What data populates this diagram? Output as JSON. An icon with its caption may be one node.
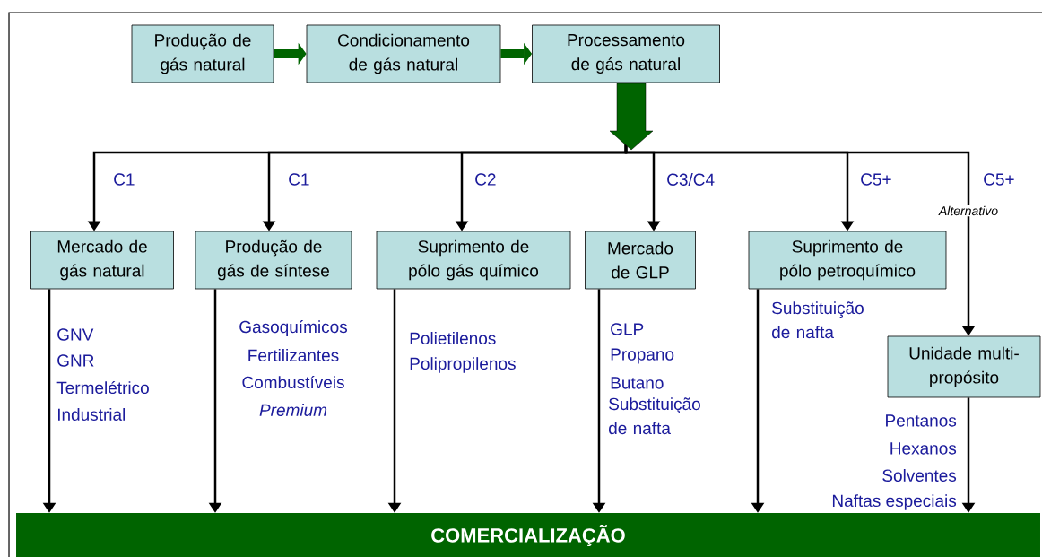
{
  "diagram": {
    "nodes": [
      {
        "text": [
          "Produção de gás natural"
        ]
      },
      {
        "text": [
          "Condicionamento de gás natural"
        ]
      },
      {
        "text": [
          "Processamento de gás natural"
        ]
      },
      {
        "text": [
          "Mercado de gás natural"
        ]
      },
      {
        "text": [
          "Produção de gás de síntese"
        ]
      },
      {
        "text": [
          "Suprimento de pólo gás químico"
        ]
      },
      {
        "text": [
          "Mercado de GLP"
        ]
      },
      {
        "text": [
          "Suprimento de pólo petroquímico"
        ]
      },
      {
        "text": [
          "Unidade multi-propósito"
        ]
      },
      {
        "text": [
          "COMERCIALIZAÇÃO"
        ]
      }
    ],
    "edges": [
      {
        "from": 0,
        "to": 1,
        "arrow": "to",
        "style": "thick",
        "color": "#006400"
      },
      {
        "from": 1,
        "to": 2,
        "arrow": "to",
        "style": "thick",
        "color": "#006400"
      },
      {
        "from": 2,
        "to": 3,
        "arrow": "to",
        "label": "C1"
      },
      {
        "from": 2,
        "to": 4,
        "arrow": "to",
        "label": "C1"
      },
      {
        "from": 2,
        "to": 5,
        "arrow": "to",
        "label": "C2"
      },
      {
        "from": 2,
        "to": 6,
        "arrow": "to",
        "label": "C3/C4"
      },
      {
        "from": 2,
        "to": 7,
        "arrow": "to",
        "label": "C5+"
      },
      {
        "from": 2,
        "to": 8,
        "arrow": "to",
        "label": "C5+"
      },
      {
        "from": 3,
        "to": 9,
        "arrow": "to"
      },
      {
        "from": 4,
        "to": 9,
        "arrow": "to"
      },
      {
        "from": 5,
        "to": 9,
        "arrow": "to"
      },
      {
        "from": 6,
        "to": 9,
        "arrow": "to"
      },
      {
        "from": 7,
        "to": 9,
        "arrow": "to"
      },
      {
        "from": 8,
        "to": 9,
        "arrow": "to"
      }
    ],
    "labels": [
      "Alternativo",
      "GNV",
      "GNR",
      "Termelétrico",
      "Industrial",
      "Gasoquímicos",
      "Fertilizantes",
      "Combustíveis",
      "Premium",
      "Polietilenos",
      "Polipropilenos",
      "GLP",
      "Propano",
      "Butano",
      "Substituição de nafta",
      "Substituição de nafta",
      "Pentanos",
      "Hexanos",
      "Solventes",
      "Naftas especiais"
    ]
  }
}
